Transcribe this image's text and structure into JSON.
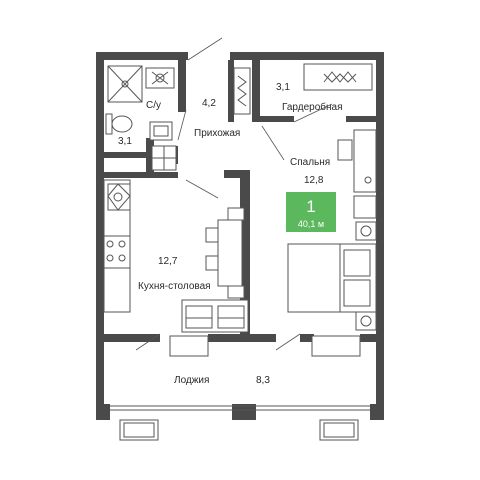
{
  "colors": {
    "wall": "#4a4a4a",
    "badge": "#5cb85c",
    "line": "#555555"
  },
  "rooms": {
    "bathroom": {
      "name": "С/у",
      "area": "3,1"
    },
    "hallway": {
      "name": "Прихожая",
      "area": "4,2"
    },
    "wardrobe": {
      "name": "Гардеробная",
      "area": "3,1"
    },
    "bedroom": {
      "name": "Спальня",
      "area": "12,8"
    },
    "kitchen": {
      "name": "Кухня-столовая",
      "area": "12,7"
    },
    "loggia": {
      "name": "Лоджия",
      "area": "8,3"
    }
  },
  "badge": {
    "rooms": "1",
    "total_area": "40,1 м"
  }
}
